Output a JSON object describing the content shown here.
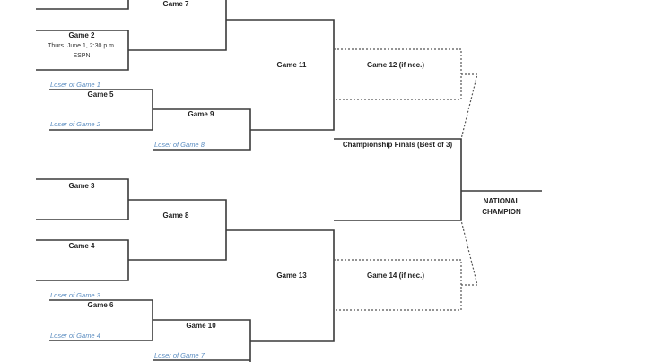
{
  "games": {
    "g2": {
      "label": "Game 2",
      "date": "Thurs. June 1, 2:30 p.m.",
      "network": "ESPN"
    },
    "g3": "Game 3",
    "g4": "Game 4",
    "g5": "Game 5",
    "g6": "Game 6",
    "g7": "Game 7",
    "g8": "Game 8",
    "g9": "Game 9",
    "g10": "Game 10",
    "g11": "Game 11",
    "g12": "Game 12 (if nec.)",
    "g13": "Game 13",
    "g14": "Game 14 (if nec.)"
  },
  "losers": {
    "l1": "Loser of Game 1",
    "l2": "Loser of Game 2",
    "l3": "Loser of Game 3",
    "l4": "Loser of Game 4",
    "l7": "Loser of Game 7",
    "l8": "Loser of Game 8"
  },
  "finals": {
    "label": "Championship Finals (Best of 3)",
    "champion_line1": "NATIONAL",
    "champion_line2": "CHAMPION"
  },
  "colors": {
    "line": "#3a3a3a",
    "loser_text": "#5a8cc0"
  }
}
